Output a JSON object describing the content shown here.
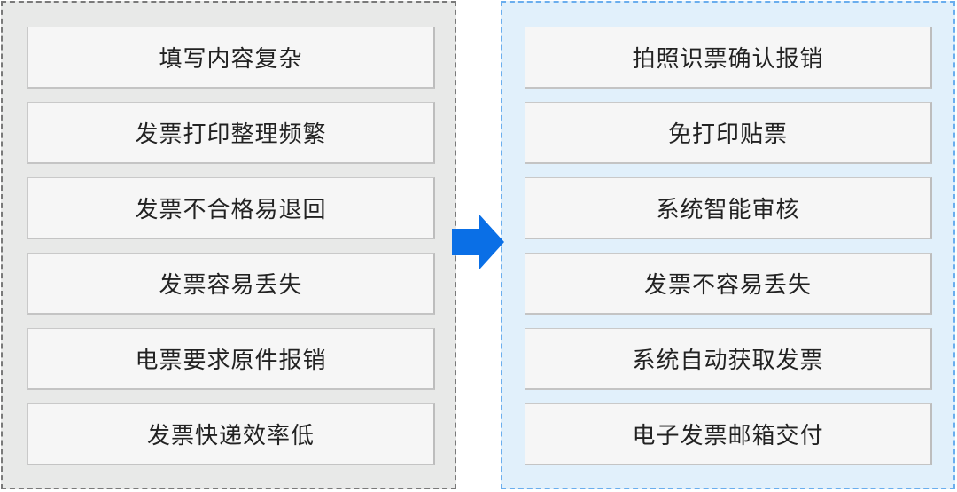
{
  "left_panel": {
    "items": [
      {
        "label": "填写内容复杂"
      },
      {
        "label": "发票打印整理频繁"
      },
      {
        "label": "发票不合格易退回"
      },
      {
        "label": "发票容易丢失"
      },
      {
        "label": "电票要求原件报销"
      },
      {
        "label": "发票快递效率低"
      }
    ],
    "colors": {
      "background": "#e8e9e8",
      "border": "#7a7a7a"
    }
  },
  "arrow": {
    "icon": "right-arrow-icon",
    "color": "#0a6fe6"
  },
  "right_panel": {
    "items": [
      {
        "label": "拍照识票确认报销"
      },
      {
        "label": "免打印贴票"
      },
      {
        "label": "系统智能审核"
      },
      {
        "label": "发票不容易丢失"
      },
      {
        "label": "系统自动获取发票"
      },
      {
        "label": "电子发票邮箱交付"
      }
    ],
    "colors": {
      "background": "#e1f0fb",
      "border": "#6aaeee"
    }
  }
}
